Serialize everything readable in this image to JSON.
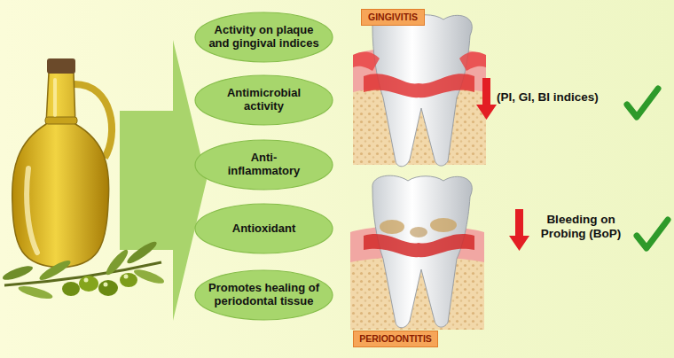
{
  "diagram": {
    "nodes": [
      {
        "text": [
          "Activity on plaque and gingival indices"
        ]
      },
      {
        "text": [
          "Antimicrobial activity"
        ]
      },
      {
        "text": [
          "Anti-inflammatory"
        ]
      },
      {
        "text": [
          "Antioxidant"
        ]
      },
      {
        "text": [
          "Promotes healing of periodontal tissue"
        ]
      },
      {
        "text": [
          "GINGIVITIS"
        ]
      },
      {
        "text": [
          "PERIODONTITIS"
        ]
      }
    ],
    "labels": [
      "(PI, GI, BI indices)",
      "Bleeding on Probing (BoP)"
    ]
  }
}
